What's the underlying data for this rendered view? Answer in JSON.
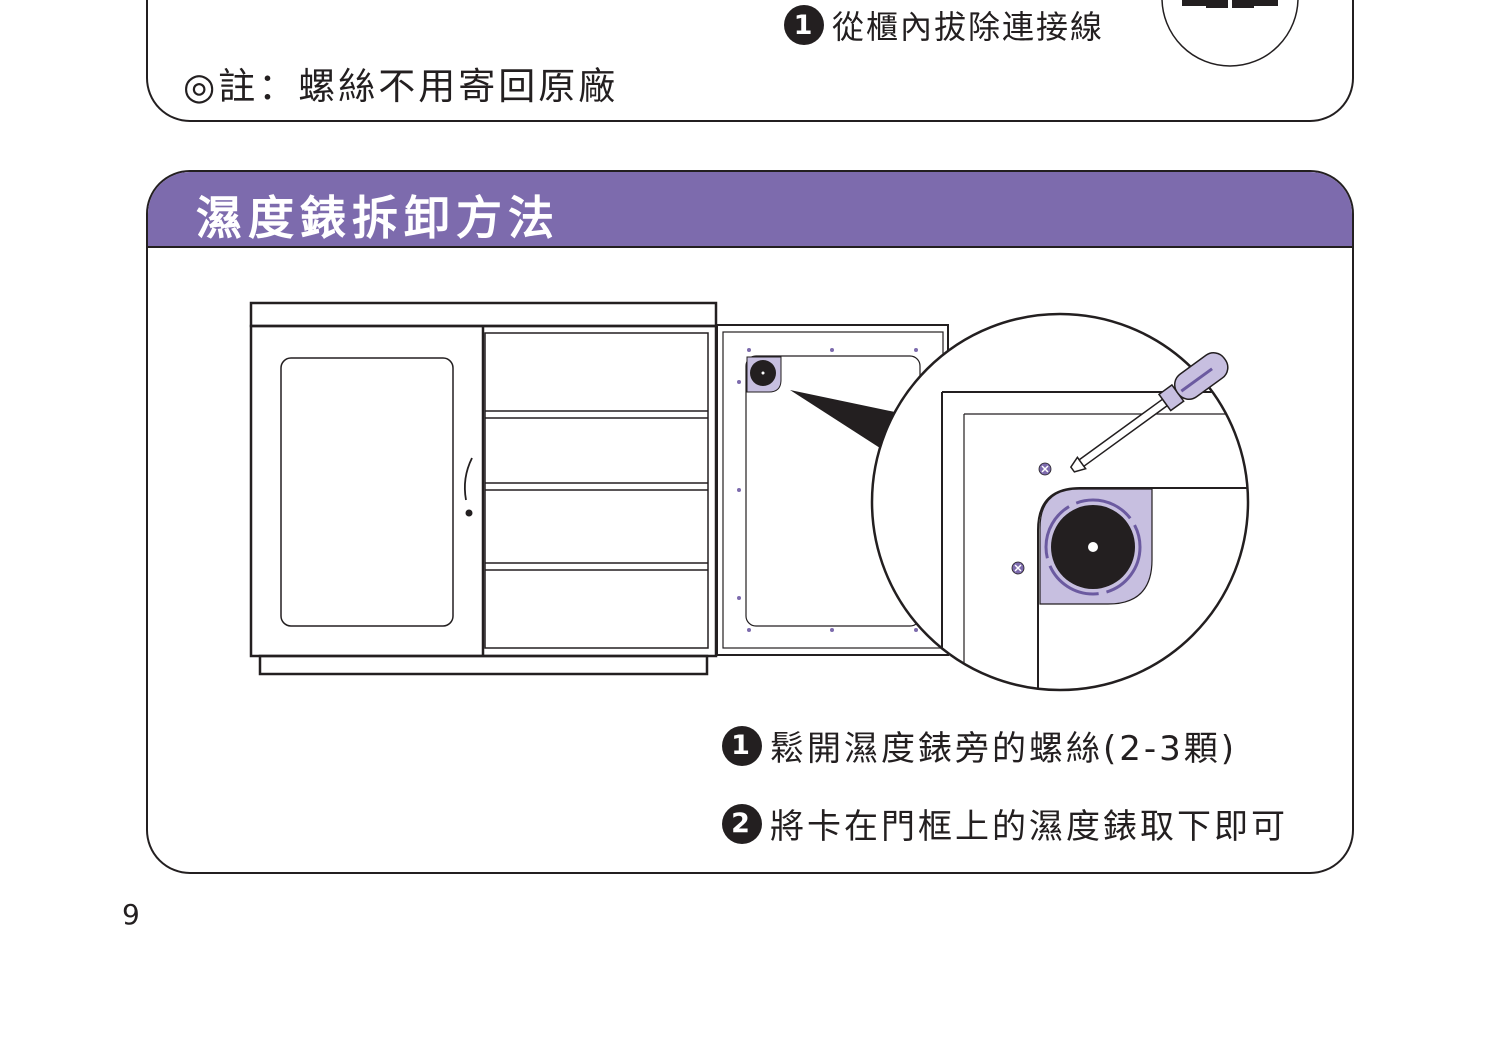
{
  "top_section": {
    "step_number": "1",
    "step_text": "從櫃內拔除連接線",
    "note": "◎註：螺絲不用寄回原廠"
  },
  "section": {
    "title": "濕度錶拆卸方法",
    "accent_color": "#7d6bad",
    "highlight_color": "#c7bfe0",
    "steps": [
      {
        "number": "1",
        "text": "鬆開濕度錶旁的螺絲(2-3顆)"
      },
      {
        "number": "2",
        "text": "將卡在門框上的濕度錶取下即可"
      }
    ]
  },
  "illustration": {
    "cabinet": "dry-cabinet-icon",
    "tool": "screwdriver-icon",
    "magnifier": "zoom-circle-icon",
    "hygrometer": "hygrometer-dial-icon",
    "screws": "screw-icon"
  },
  "footer": {
    "page_number": "9"
  }
}
